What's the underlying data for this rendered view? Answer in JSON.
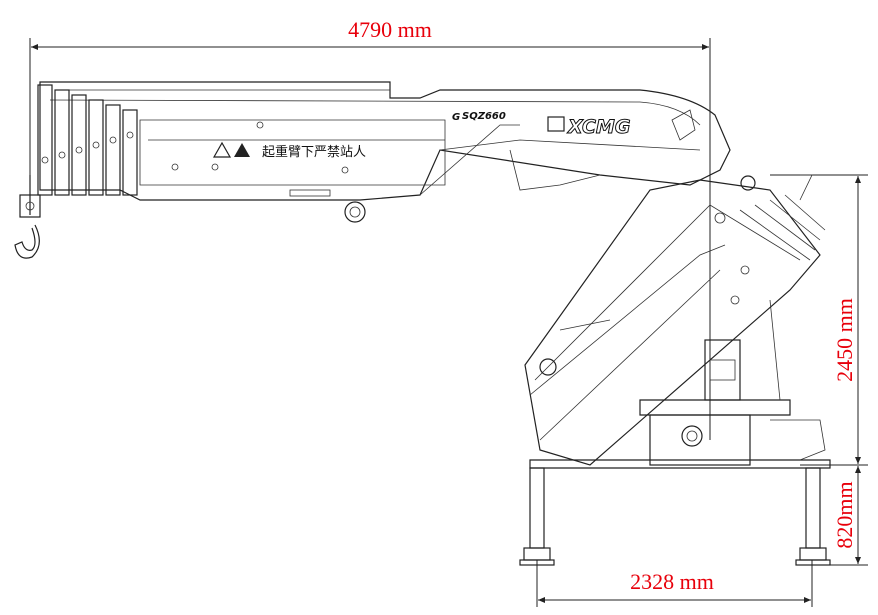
{
  "dimensions": {
    "overall_length": "4790 mm",
    "height_above_base": "2450 mm",
    "base_height": "820mm",
    "outrigger_span": "2328 mm"
  },
  "boom_label": {
    "warning_text": "起重臂下严禁站人",
    "model": "SQZ660",
    "brand": "XCMG"
  },
  "colors": {
    "dimension": "#e8000b",
    "line": "#222222"
  }
}
